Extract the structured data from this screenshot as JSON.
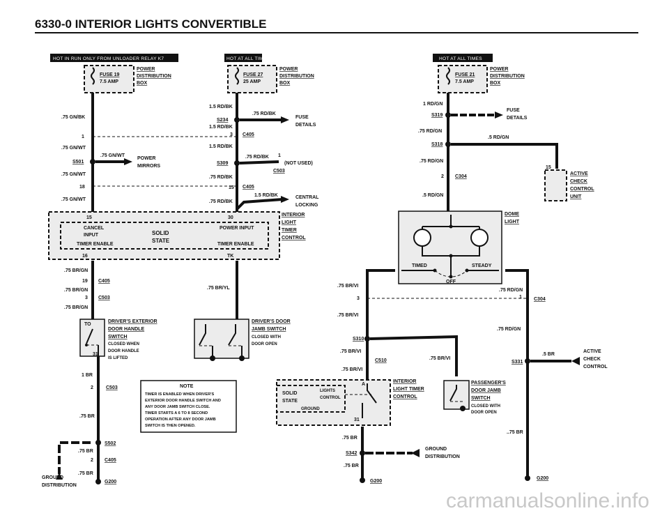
{
  "title": "6330-0  INTERIOR LIGHTS  CONVERTIBLE",
  "banners": {
    "left": "HOT IN RUN ONLY FROM UNLOADER RELAY K7",
    "middle": "HOT AT ALL TIMES",
    "right": "HOT AT ALL TIMES"
  },
  "fuses": {
    "f19": {
      "name": "FUSE 19",
      "amp": "7.5 AMP"
    },
    "f27": {
      "name": "FUSE 27",
      "amp": "25 AMP"
    },
    "f21": {
      "name": "FUSE 21",
      "amp": "7.5 AMP"
    }
  },
  "pdb": [
    "POWER",
    "DISTRIBUTION",
    "BOX"
  ],
  "left": {
    "w1": ".75 GN/BK",
    "c1": "1",
    "w2": ".75 GN/WT",
    "s501": "S501",
    "w_mir": ".75 GN/WT",
    "mirrors": [
      "POWER",
      "MIRRORS"
    ],
    "w3": ".75 GN/WT",
    "c18": "18",
    "w4": ".75 GN/WT",
    "w5": ".75 BR/GN",
    "c19": "19",
    "c405": "C405",
    "w6": ".75 BR/GN",
    "c3": "3",
    "c503": "C503",
    "w7": ".75 BR/GN",
    "w8": "1 BR",
    "c2": "2",
    "c503b": "C503",
    "w9": ".75 BR",
    "s502": "S502",
    "w10": ".75 BR",
    "c2b": "2",
    "c405b": "C405",
    "w11": ".75 BR",
    "g200": "G200",
    "ground": [
      "GROUND",
      "DISTRIBUTION"
    ]
  },
  "middle": {
    "w1": "1.5 RD/BK",
    "s234": "S234",
    "w_fuse": ".75 RD/BK",
    "fuse_details": [
      "FUSE",
      "DETAILS"
    ],
    "w2": "1.5 RD/BK",
    "c3": "3",
    "c405": "C405",
    "w3": "1.5 RD/BK",
    "s309": "S309",
    "w_nu": ".75 RD/BK",
    "pin1": "1",
    "not_used": "(NOT USED)",
    "c503": "C503",
    "w4": ".75 RD/BK",
    "c15": "15",
    "c405b": "C405",
    "w5": ".75 RD/BK",
    "w_cl": "1.5 RD/BK",
    "central": [
      "CENTRAL",
      "LOCKING"
    ],
    "w6": ".75 BR/YL"
  },
  "timer": {
    "pin15": "15",
    "pin30": "30",
    "pin16": "16",
    "pinTK": "TK",
    "cancel": [
      "CANCEL",
      "INPUT"
    ],
    "power_input": "POWER INPUT",
    "solid": [
      "SOLID",
      "STATE"
    ],
    "enable_l": "TIMER ENABLE",
    "enable_r": "TIMER ENABLE",
    "label": [
      "INTERIOR",
      "LIGHT",
      "TIMER",
      "CONTROL"
    ]
  },
  "driver_ext": {
    "pin_top": "TO",
    "pin_bot": "31",
    "label": [
      "DRIVER'S EXTERIOR",
      "DOOR HANDLE",
      "SWITCH"
    ],
    "note": [
      "CLOSED WHEN",
      "DOOR HANDLE",
      "IS LIFTED"
    ]
  },
  "driver_jamb": {
    "label": [
      "DRIVER'S DOOR",
      "JAMB SWITCH"
    ],
    "note": [
      "CLOSED WITH",
      "DOOR OPEN"
    ]
  },
  "note": {
    "heading": "NOTE",
    "lines": [
      "TIMER IS ENABLED WHEN DRIVER'S",
      "EXTERIOR DOOR HANDLE SWITCH AND",
      "ANY DOOR JAMB SWITCH CLOSE.",
      "TIMER STARTS A 6 TO 8 SECOND",
      "OPERATION AFTER ANY DOOR JAMB",
      "SWITCH IS THEN OPENED."
    ]
  },
  "right": {
    "w1": "1 RD/GN",
    "s319": "S319",
    "fuse_details": [
      "FUSE",
      "DETAILS"
    ],
    "w2": ".75 RD/GN",
    "s318": "S318",
    "w_acc": ".5 RD/GN",
    "w3": ".75 RD/GN",
    "c2": "2",
    "c304": "C304",
    "w4": ".5 RD/GN",
    "acc_pin": "15",
    "acc_label": [
      "ACTIVE",
      "CHECK",
      "CONTROL",
      "UNIT"
    ],
    "dome": [
      "DOME",
      "LIGHT"
    ],
    "timed": "TIMED",
    "steady": "STEADY",
    "off": "OFF",
    "wl1": ".75 BR/VI",
    "c3": "3",
    "wl2": ".75 BR/VI",
    "s310": "S310",
    "wl3": ".75 BR/VI",
    "c510": "C510",
    "wl4": ".75 BR/VI",
    "wp": ".75 BR/VI",
    "wr1": ".75 RD/GN",
    "c1": "1",
    "c304b": "C304",
    "wr2": ".75 RD/GN",
    "s331": "S331",
    "w_acc2": ".5 BR",
    "acc2": [
      "ACTIVE",
      "CHECK",
      "CONTROL"
    ],
    "wr3": "..75 BR",
    "g200r": "G200",
    "lt_solid": [
      "SOLID",
      "STATE"
    ],
    "lt_lights": [
      "LIGHTS",
      "CONTROL"
    ],
    "lt_ground": "GROUND",
    "lt_A": "A",
    "lt_31": "31",
    "lt_label": [
      "INTERIOR",
      "LIGHT TIMER",
      "CONTROL"
    ],
    "pass_label": [
      "PASSENGER'S",
      "DOOR JAMB",
      "SWITCH"
    ],
    "pass_note": [
      "CLOSED WITH",
      "DOOR OPEN"
    ],
    "wg1": ".75 BR",
    "s342": "S342",
    "ground": [
      "GROUND",
      "DISTRIBUTION"
    ],
    "wg2": ".75 BR",
    "g200": "G200"
  },
  "watermark": "carmanualsonline.info"
}
